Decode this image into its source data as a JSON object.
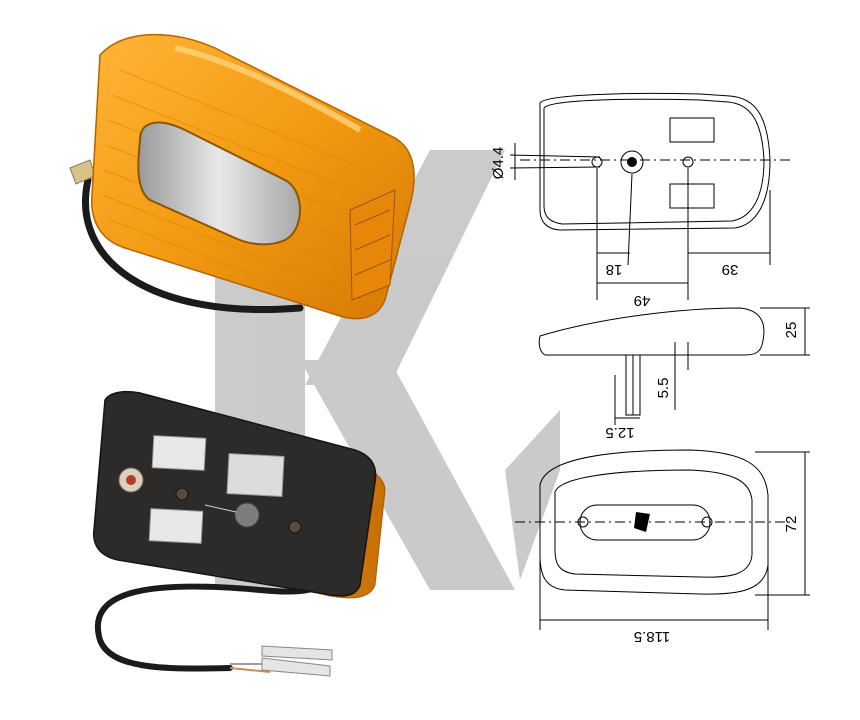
{
  "watermark": {
    "letter": "K",
    "color": "#c8c8c8"
  },
  "photos": {
    "front": {
      "lens_color": "#f39a12"
    },
    "back": {
      "housing_color": "#2d2a2a",
      "edge_color": "#f59b12"
    }
  },
  "drawing": {
    "top_view": {
      "dimensions": {
        "hole_dia": "Ø4.4",
        "dist_18": "18",
        "dist_49": "49",
        "dist_39": "39"
      }
    },
    "side_view": {
      "dimensions": {
        "height": "25",
        "stud": "5.5",
        "stud_offset": "12.5"
      }
    },
    "front_view": {
      "dimensions": {
        "length": "118.5",
        "width": "72"
      }
    }
  }
}
